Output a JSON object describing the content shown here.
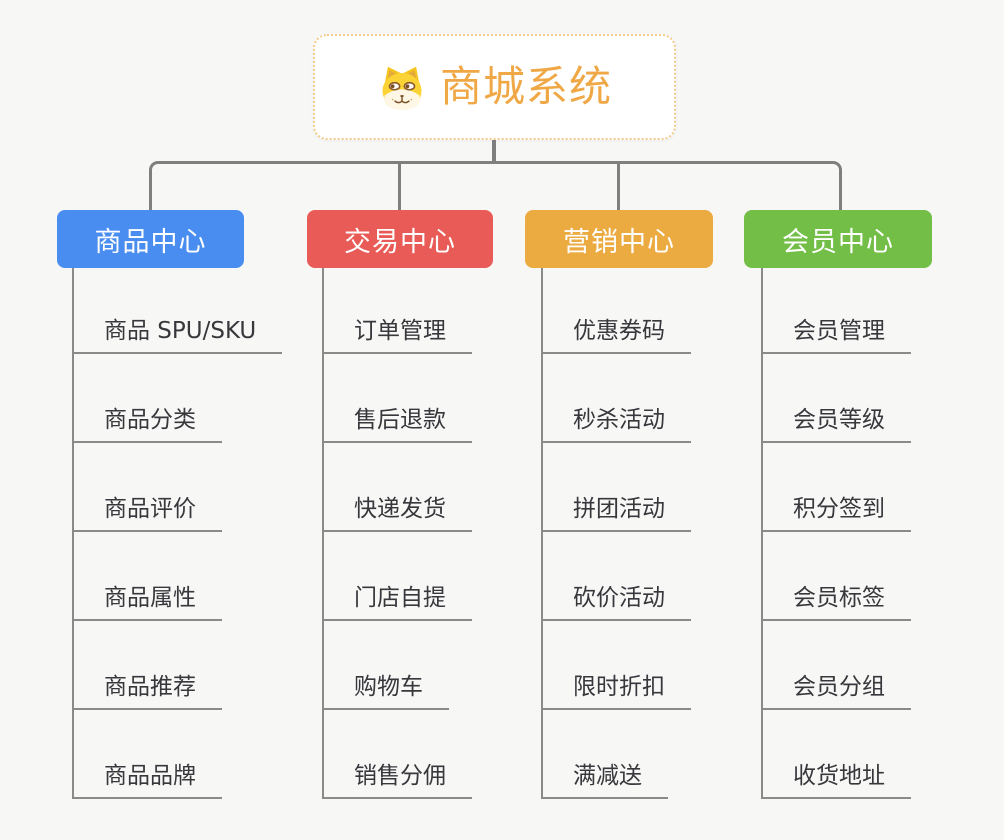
{
  "background_color": "#F7F7F6",
  "line_color": "#7F7F7F",
  "leaf_line_color": "#8A8A8A",
  "root": {
    "title": "商城系统",
    "title_color": "#EFA845",
    "border_color": "#F3CB88",
    "icon": "doge-dog-icon"
  },
  "branches": [
    {
      "label": "商品中心",
      "color": "#4A8DF0",
      "items": [
        "商品 SPU/SKU",
        "商品分类",
        "商品评价",
        "商品属性",
        "商品推荐",
        "商品品牌"
      ]
    },
    {
      "label": "交易中心",
      "color": "#E95B57",
      "items": [
        "订单管理",
        "售后退款",
        "快递发货",
        "门店自提",
        "购物车",
        "销售分佣"
      ]
    },
    {
      "label": "营销中心",
      "color": "#ECAB41",
      "items": [
        "优惠券码",
        "秒杀活动",
        "拼团活动",
        "砍价活动",
        "限时折扣",
        "满减送"
      ]
    },
    {
      "label": "会员中心",
      "color": "#72BE47",
      "items": [
        "会员管理",
        "会员等级",
        "积分签到",
        "会员标签",
        "会员分组",
        "收货地址"
      ]
    }
  ]
}
